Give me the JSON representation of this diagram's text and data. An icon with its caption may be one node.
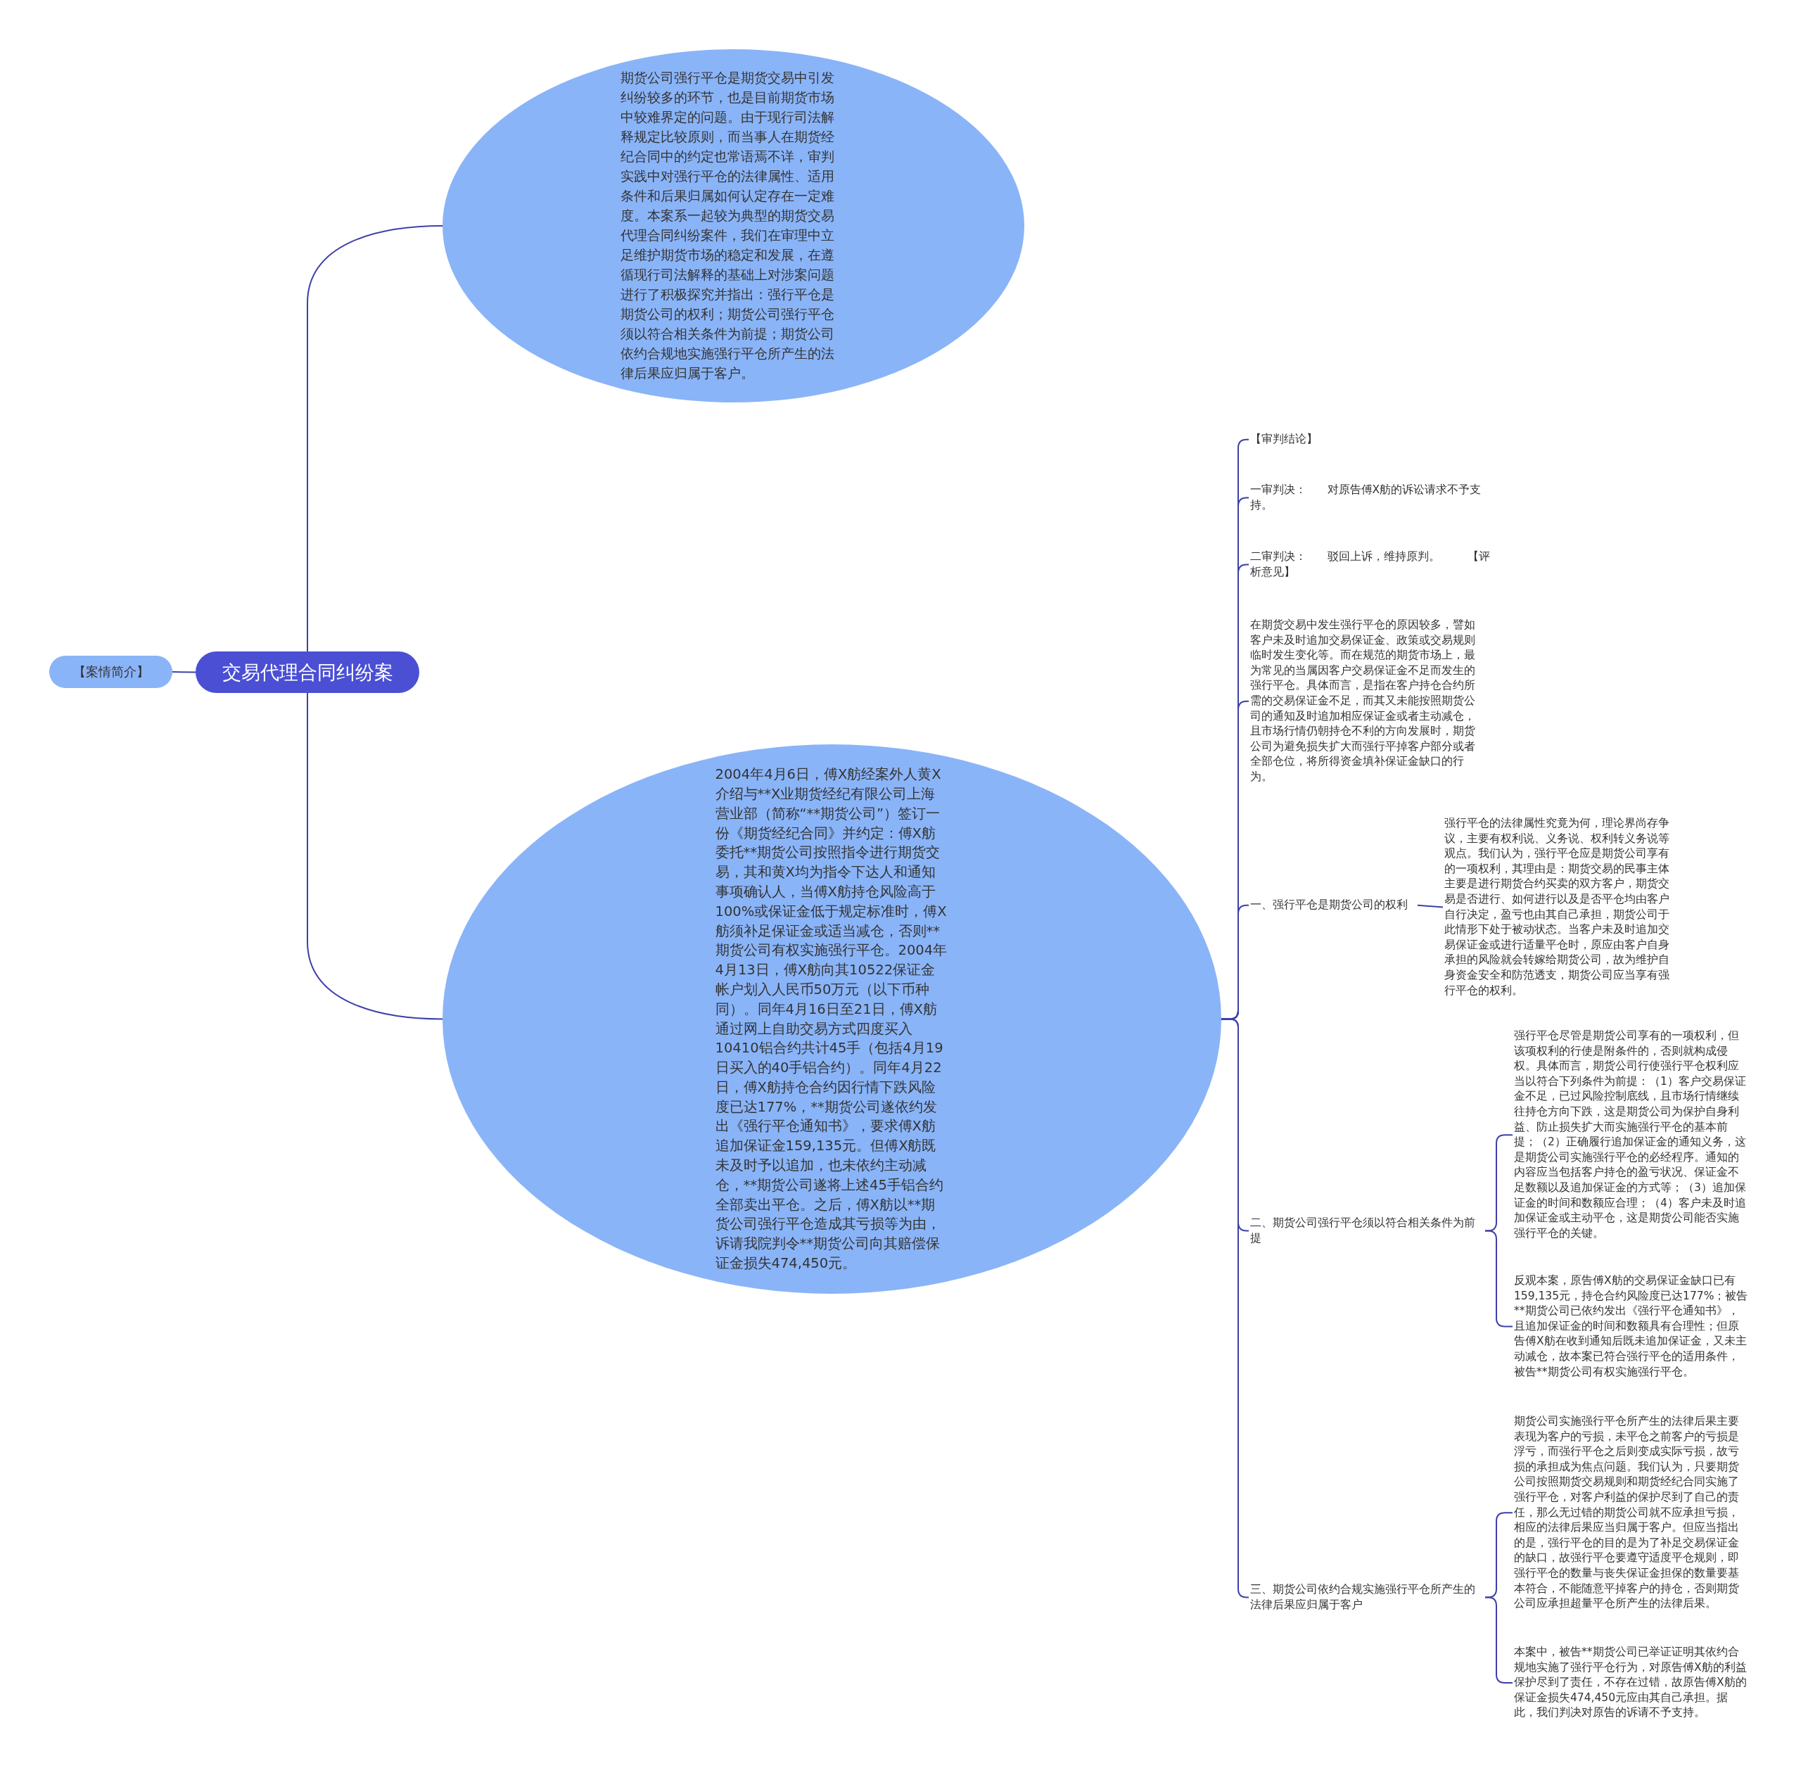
{
  "diagram": {
    "nodes": [
      {
        "text": [
          "交易代理合同纠纷案"
        ]
      },
      {
        "text": [
          "【案情简介】"
        ]
      },
      {
        "text": [
          "期货公司强行平仓是期货交易中引发纠纷较多的环节，也是目前期货市场中较难界定的问题。由于现行司法解释规定比较原则，而当事人在期货经纪合同中的约定也常语焉不详，审判实践中对强行平仓的法律属性、适用条件和后果归属如何认定存在一定难度。本案系一起较为典型的期货交易代理合同纠纷案件，我们在审理中立足维护期货市场的稳定和发展，在遵循现行司法解释的基础上对涉案问题进行了积极探究并指出：强行平仓是期货公司的权利；期货公司强行平仓须以符合相关条件为前提；期货公司依约合规地实施强行平仓所产生的法律后果应归属于客户。"
        ]
      },
      {
        "text": [
          "2004年4月6日，傅X舫经案外人黄X介绍与**X业期货经纪有限公司上海营业部（简称“**期货公司”）签订一份《期货经纪合同》并约定：傅X舫委托**期货公司按照指令进行期货交易，其和黄X均为指令下达人和通知事项确认人，当傅X舫持仓风险高于100%或保证金低于规定标准时，傅X舫须补足保证金或适当减仓，否则**期货公司有权实施强行平仓。2004年4月13日，傅X舫向其10522保证金帐户划入人民币50万元（以下币种同）。同年4月16日至21日，傅X舫通过网上自助交易方式四度买入10410铝合约共计45手（包括4月19日买入的40手铝合约）。同年4月22日，傅X舫持仓合约因行情下跌风险度已达177%，**期货公司遂依约发出《强行平仓通知书》，要求傅X舫追加保证金159,135元。但傅X舫既未及时予以追加，也未依约主动减仓，**期货公司遂将上述45手铝合约全部卖出平仓。之后，傅X舫以**期货公司强行平仓造成其亏损等为由，诉请我院判令**期货公司向其赔偿保证金损失474,450元。"
        ]
      },
      {
        "text": [
          "【审判结论】"
        ]
      },
      {
        "text": [
          "一审判决：      对原告傅X舫的诉讼请求不予支持。"
        ]
      },
      {
        "text": [
          "二审判决：      驳回上诉，维持原判。        【评析意见】"
        ]
      },
      {
        "text": [
          "在期货交易中发生强行平仓的原因较多，譬如客户未及时追加交易保证金、政策或交易规则临时发生变化等。而在规范的期货市场上，最为常见的当属因客户交易保证金不足而发生的强行平仓。具体而言，是指在客户持仓合约所需的交易保证金不足，而其又未能按照期货公司的通知及时追加相应保证金或者主动减仓，且市场行情仍朝持仓不利的方向发展时，期货公司为避免损失扩大而强行平掉客户部分或者全部仓位，将所得资金填补保证金缺口的行为。"
        ]
      },
      {
        "text": [
          "一、强行平仓是期货公司的权利"
        ]
      },
      {
        "text": [
          "强行平仓的法律属性究竟为何，理论界尚存争议，主要有权利说、义务说、权利转义务说等观点。我们认为，强行平仓应是期货公司享有的一项权利，其理由是：期货交易的民事主体主要是进行期货合约买卖的双方客户，期货交易是否进行、如何进行以及是否平仓均由客户自行决定，盈亏也由其自己承担，期货公司于此情形下处于被动状态。当客户未及时追加交易保证金或进行适量平仓时，原应由客户自身承担的风险就会转嫁给期货公司，故为维护自身资金安全和防范透支，期货公司应当享有强行平仓的权利。"
        ]
      },
      {
        "text": [
          "二、期货公司强行平仓须以符合相关条件为前提"
        ]
      },
      {
        "text": [
          "强行平仓尽管是期货公司享有的一项权利，但该项权利的行使是附条件的，否则就构成侵权。具体而言，期货公司行使强行平仓权利应当以符合下列条件为前提：（1）客户交易保证金不足，已过风险控制底线，且市场行情继续往持仓方向下跌，这是期货公司为保护自身利益、防止损失扩大而实施强行平仓的基本前提；（2）正确履行追加保证金的通知义务，这是期货公司实施强行平仓的必经程序。通知的内容应当包括客户持仓的盈亏状况、保证金不足数额以及追加保证金的方式等；（3）追加保证金的时间和数额应合理；（4）客户未及时追加保证金或主动平仓，这是期货公司能否实施强行平仓的关键。"
        ]
      },
      {
        "text": [
          "反观本案，原告傅X舫的交易保证金缺口已有159,135元，持仓合约风险度已达177%；被告**期货公司已依约发出《强行平仓通知书》，且追加保证金的时间和数额具有合理性；但原告傅X舫在收到通知后既未追加保证金，又未主动减仓，故本案已符合强行平仓的适用条件，被告**期货公司有权实施强行平仓。"
        ]
      },
      {
        "text": [
          "三、期货公司依约合规实施强行平仓所产生的法律后果应归属于客户"
        ]
      },
      {
        "text": [
          "期货公司实施强行平仓所产生的法律后果主要表现为客户的亏损，未平仓之前客户的亏损是浮亏，而强行平仓之后则变成实际亏损，故亏损的承担成为焦点问题。我们认为，只要期货公司按照期货交易规则和期货经纪合同实施了强行平仓，对客户利益的保护尽到了自己的责任，那么无过错的期货公司就不应承担亏损，相应的法律后果应当归属于客户。但应当指出的是，强行平仓的目的是为了补足交易保证金的缺口，故强行平仓要遵守适度平仓规则，即强行平仓的数量与丧失保证金担保的数量要基本符合，不能随意平掉客户的持仓，否则期货公司应承担超量平仓所产生的法律后果。"
        ]
      },
      {
        "text": [
          "本案中，被告**期货公司已举证证明其依约合规地实施了强行平仓行为，对原告傅X舫的利益保护尽到了责任，不存在过错，故原告傅X舫的保证金损失474,450元应由其自己承担。据此，我们判决对原告的诉请不予支持。"
        ]
      }
    ],
    "edges": [
      {
        "from": 0,
        "to": 1,
        "arrow": "none"
      },
      {
        "from": 0,
        "to": 2,
        "arrow": "none"
      },
      {
        "from": 0,
        "to": 3,
        "arrow": "none"
      },
      {
        "from": 3,
        "to": 4,
        "arrow": "none"
      },
      {
        "from": 3,
        "to": 5,
        "arrow": "none"
      },
      {
        "from": 3,
        "to": 6,
        "arrow": "none"
      },
      {
        "from": 3,
        "to": 7,
        "arrow": "none"
      },
      {
        "from": 3,
        "to": 8,
        "arrow": "none"
      },
      {
        "from": 3,
        "to": 10,
        "arrow": "none"
      },
      {
        "from": 3,
        "to": 13,
        "arrow": "none"
      },
      {
        "from": 8,
        "to": 9,
        "arrow": "none"
      },
      {
        "from": 10,
        "to": 11,
        "arrow": "none"
      },
      {
        "from": 10,
        "to": 12,
        "arrow": "none"
      },
      {
        "from": 13,
        "to": 14,
        "arrow": "none"
      },
      {
        "from": 13,
        "to": 15,
        "arrow": "none"
      }
    ]
  }
}
